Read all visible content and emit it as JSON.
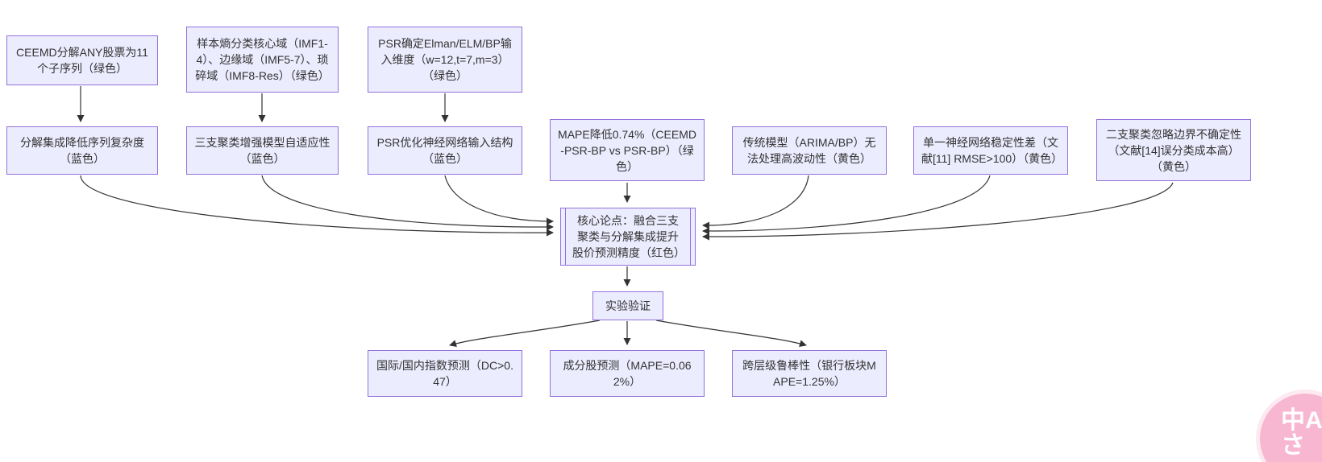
{
  "diagram": {
    "nodes": {
      "b1": {
        "text": "CEEMD分解ANY股票为11个子序列（绿色）"
      },
      "b2": {
        "text": "样本熵分类核心域（IMF1-4）、边缘域（IMF5-7）、琐碎域（IMF8-Res）（绿色）"
      },
      "b3": {
        "text": "PSR确定Elman/ELM/BP输入维度（w=12,t=7,m=3）（绿色）"
      },
      "b4": {
        "text": "分解集成降低序列复杂度（蓝色）"
      },
      "b5": {
        "text": "三支聚类增强模型自适应性（蓝色）"
      },
      "b6": {
        "text": "PSR优化神经网络输入结构（蓝色）"
      },
      "b7": {
        "text": "MAPE降低0.74%（CEEMD-PSR-BP vs PSR-BP）（绿色）"
      },
      "b8": {
        "text": "传统模型（ARIMA/BP）无法处理高波动性（黄色）"
      },
      "b9": {
        "text": "单一神经网络稳定性差（文献[11] RMSE>100）（黄色）"
      },
      "b10": {
        "text": "二支聚类忽略边界不确定性（文献[14]误分类成本高）（黄色）"
      },
      "core": {
        "text": "核心论点：融合三支聚类与分解集成提升股价预测精度（红色）"
      },
      "exp": {
        "text": "实验验证"
      },
      "v1": {
        "text": "国际/国内指数预测（DC>0.47）"
      },
      "v2": {
        "text": "成分股预测（MAPE=0.062%）"
      },
      "v3": {
        "text": "跨层级鲁棒性（银行板块MAPE=1.25%）"
      }
    },
    "edges": [
      {
        "from": "b1",
        "to": "b4"
      },
      {
        "from": "b2",
        "to": "b5"
      },
      {
        "from": "b3",
        "to": "b6"
      },
      {
        "from": "b4",
        "to": "core"
      },
      {
        "from": "b5",
        "to": "core"
      },
      {
        "from": "b6",
        "to": "core"
      },
      {
        "from": "b7",
        "to": "core"
      },
      {
        "from": "b8",
        "to": "core"
      },
      {
        "from": "b9",
        "to": "core"
      },
      {
        "from": "b10",
        "to": "core"
      },
      {
        "from": "core",
        "to": "exp"
      },
      {
        "from": "exp",
        "to": "v1"
      },
      {
        "from": "exp",
        "to": "v2"
      },
      {
        "from": "exp",
        "to": "v3"
      }
    ],
    "colors": {
      "node_fill": "#ECECFF",
      "node_border": "#9370DB",
      "edge": "#333333",
      "badge_pink": "#f8b7d0"
    }
  },
  "watermark": {
    "line1": "中A",
    "line2": "さ"
  }
}
